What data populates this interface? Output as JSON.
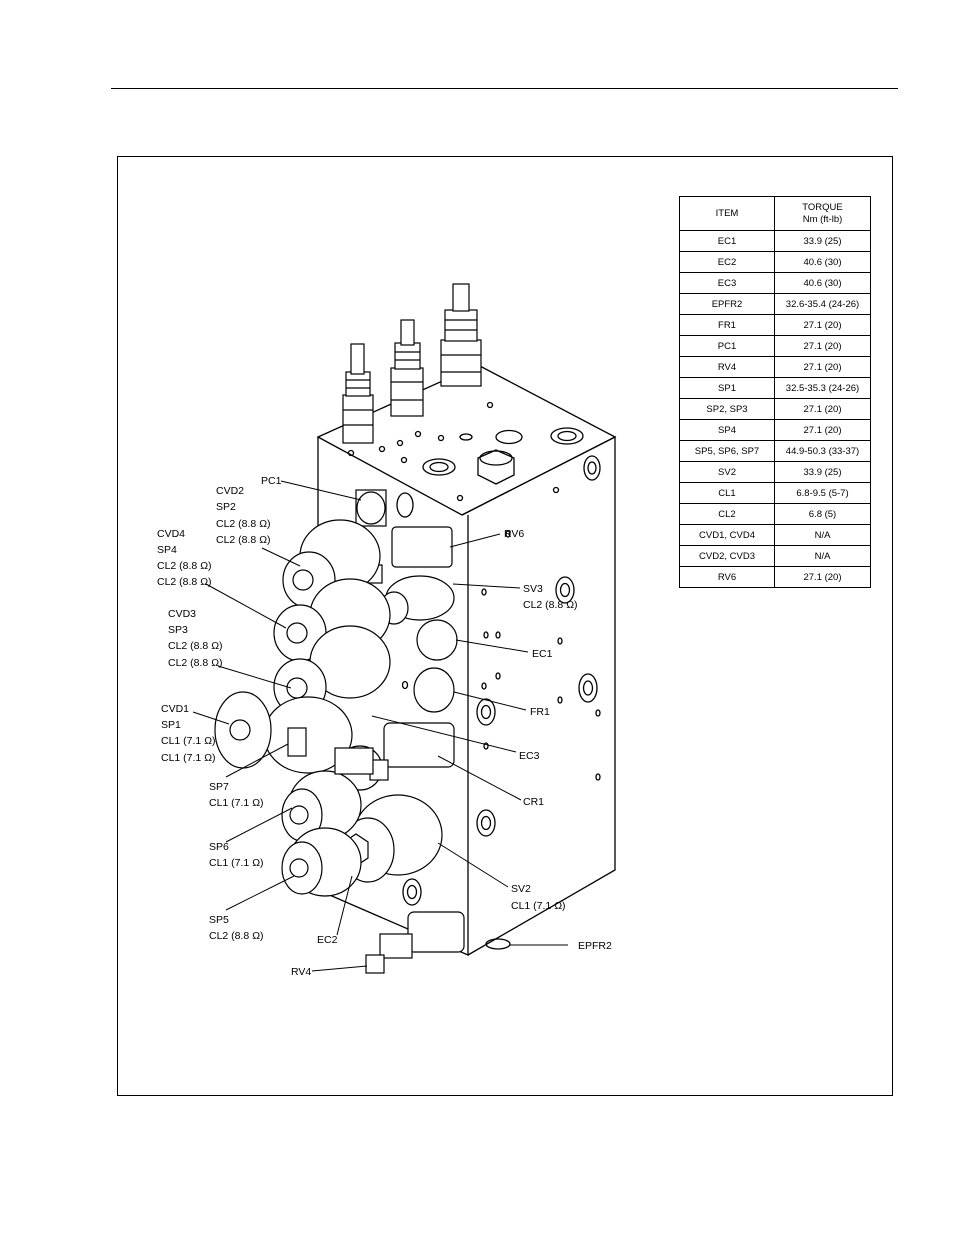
{
  "table": {
    "header_item": "ITEM",
    "header_torque": "TORQUE",
    "header_units": "Nm (ft-lb)",
    "rows": [
      {
        "item": "EC1",
        "torque": "33.9 (25)"
      },
      {
        "item": "EC2",
        "torque": "40.6 (30)"
      },
      {
        "item": "EC3",
        "torque": "40.6 (30)"
      },
      {
        "item": "EPFR2",
        "torque": "32.6-35.4 (24-26)"
      },
      {
        "item": "FR1",
        "torque": "27.1 (20)"
      },
      {
        "item": "PC1",
        "torque": "27.1 (20)"
      },
      {
        "item": "RV4",
        "torque": "27.1 (20)"
      },
      {
        "item": "SP1",
        "torque": "32.5-35.3 (24-26)"
      },
      {
        "item": "SP2, SP3",
        "torque": "27.1 (20)"
      },
      {
        "item": "SP4",
        "torque": "27.1 (20)"
      },
      {
        "item": "SP5, SP6, SP7",
        "torque": "44.9-50.3 (33-37)"
      },
      {
        "item": "SV2",
        "torque": "33.9 (25)"
      },
      {
        "item": "CL1",
        "torque": "6.8-9.5 (5-7)"
      },
      {
        "item": "CL2",
        "torque": "6.8 (5)"
      },
      {
        "item": "CVD1, CVD4",
        "torque": "N/A"
      },
      {
        "item": "CVD2, CVD3",
        "torque": "N/A"
      },
      {
        "item": "RV6",
        "torque": "27.1 (20)"
      }
    ]
  },
  "callouts": {
    "pc1": "PC1",
    "cvd2": [
      "CVD2",
      "SP2",
      "CL2 (8.8 Ω)",
      "CL2 (8.8 Ω)"
    ],
    "cvd4": [
      "CVD4",
      "SP4",
      "CL2 (8.8 Ω)",
      "CL2 (8.8 Ω)"
    ],
    "cvd3": [
      "CVD3",
      "SP3",
      "CL2 (8.8 Ω)",
      "CL2 (8.8 Ω)"
    ],
    "cvd1": [
      "CVD1",
      "SP1",
      "CL1 (7.1 Ω)",
      "CL1 (7.1 Ω)"
    ],
    "sp7": [
      "SP7",
      "CL1 (7.1 Ω)"
    ],
    "sp6": [
      "SP6",
      "CL1 (7.1 Ω)"
    ],
    "sp5": [
      "SP5",
      "CL2 (8.8 Ω)"
    ],
    "ec2": "EC2",
    "rv4": "RV4",
    "rv6": "RV6",
    "sv3": [
      "SV3",
      "CL2 (8.8 Ω)"
    ],
    "ec1": "EC1",
    "fr1": "FR1",
    "ec3": "EC3",
    "cr1": "CR1",
    "sv2": [
      "SV2",
      "CL1 (7.1 Ω)"
    ],
    "epfr2": "EPFR2"
  }
}
